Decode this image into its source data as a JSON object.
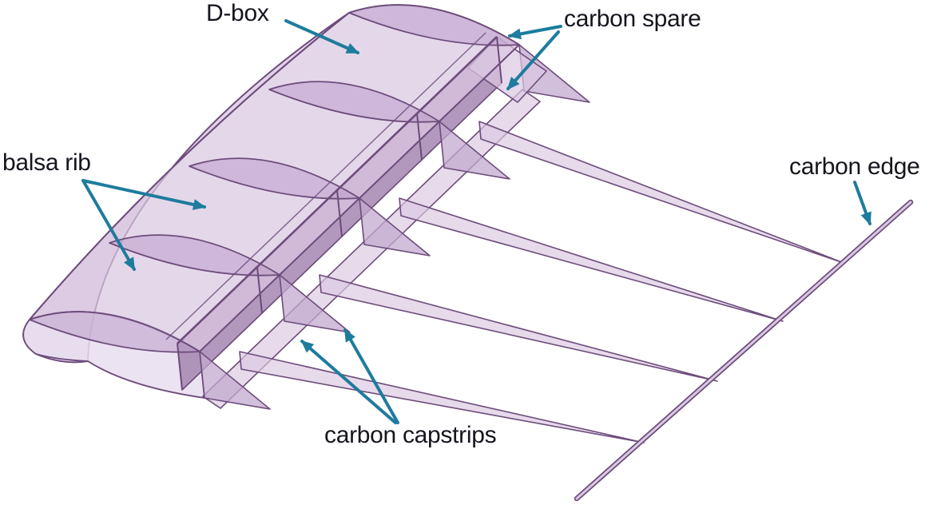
{
  "figure": {
    "type": "wing-structure-diagram",
    "labels": {
      "dbox": "D-box",
      "carbon_spare": "carbon spare",
      "balsa_rib": "balsa rib",
      "carbon_edge": "carbon edge",
      "carbon_capstrips": "carbon capstrips"
    },
    "annotations": [
      {
        "text": "D-box",
        "points_to": "covered leading-edge box of the wing"
      },
      {
        "text": "carbon spare",
        "points_to": "main spar cap and rear spar panel (2 arrows)"
      },
      {
        "text": "balsa rib",
        "points_to": "airfoil-shaped ribs (2 arrows)"
      },
      {
        "text": "carbon edge",
        "points_to": "trailing-edge carbon rod"
      },
      {
        "text": "carbon capstrips",
        "points_to": "tapered rib capstrips running to the trailing edge (2 arrows)"
      }
    ],
    "colors": {
      "skin_light": "#dbc8e2",
      "skin_pale": "#e9def0",
      "rib_face": "#bc9dc9",
      "web_dark": "#a486b0",
      "web_mid": "#c3a9cf",
      "outline": "#6d4c7b",
      "rod_fill": "#d9c8e1",
      "arrow": "#1e7c9d",
      "text": "#15151e",
      "bg": "#ffffff"
    }
  }
}
